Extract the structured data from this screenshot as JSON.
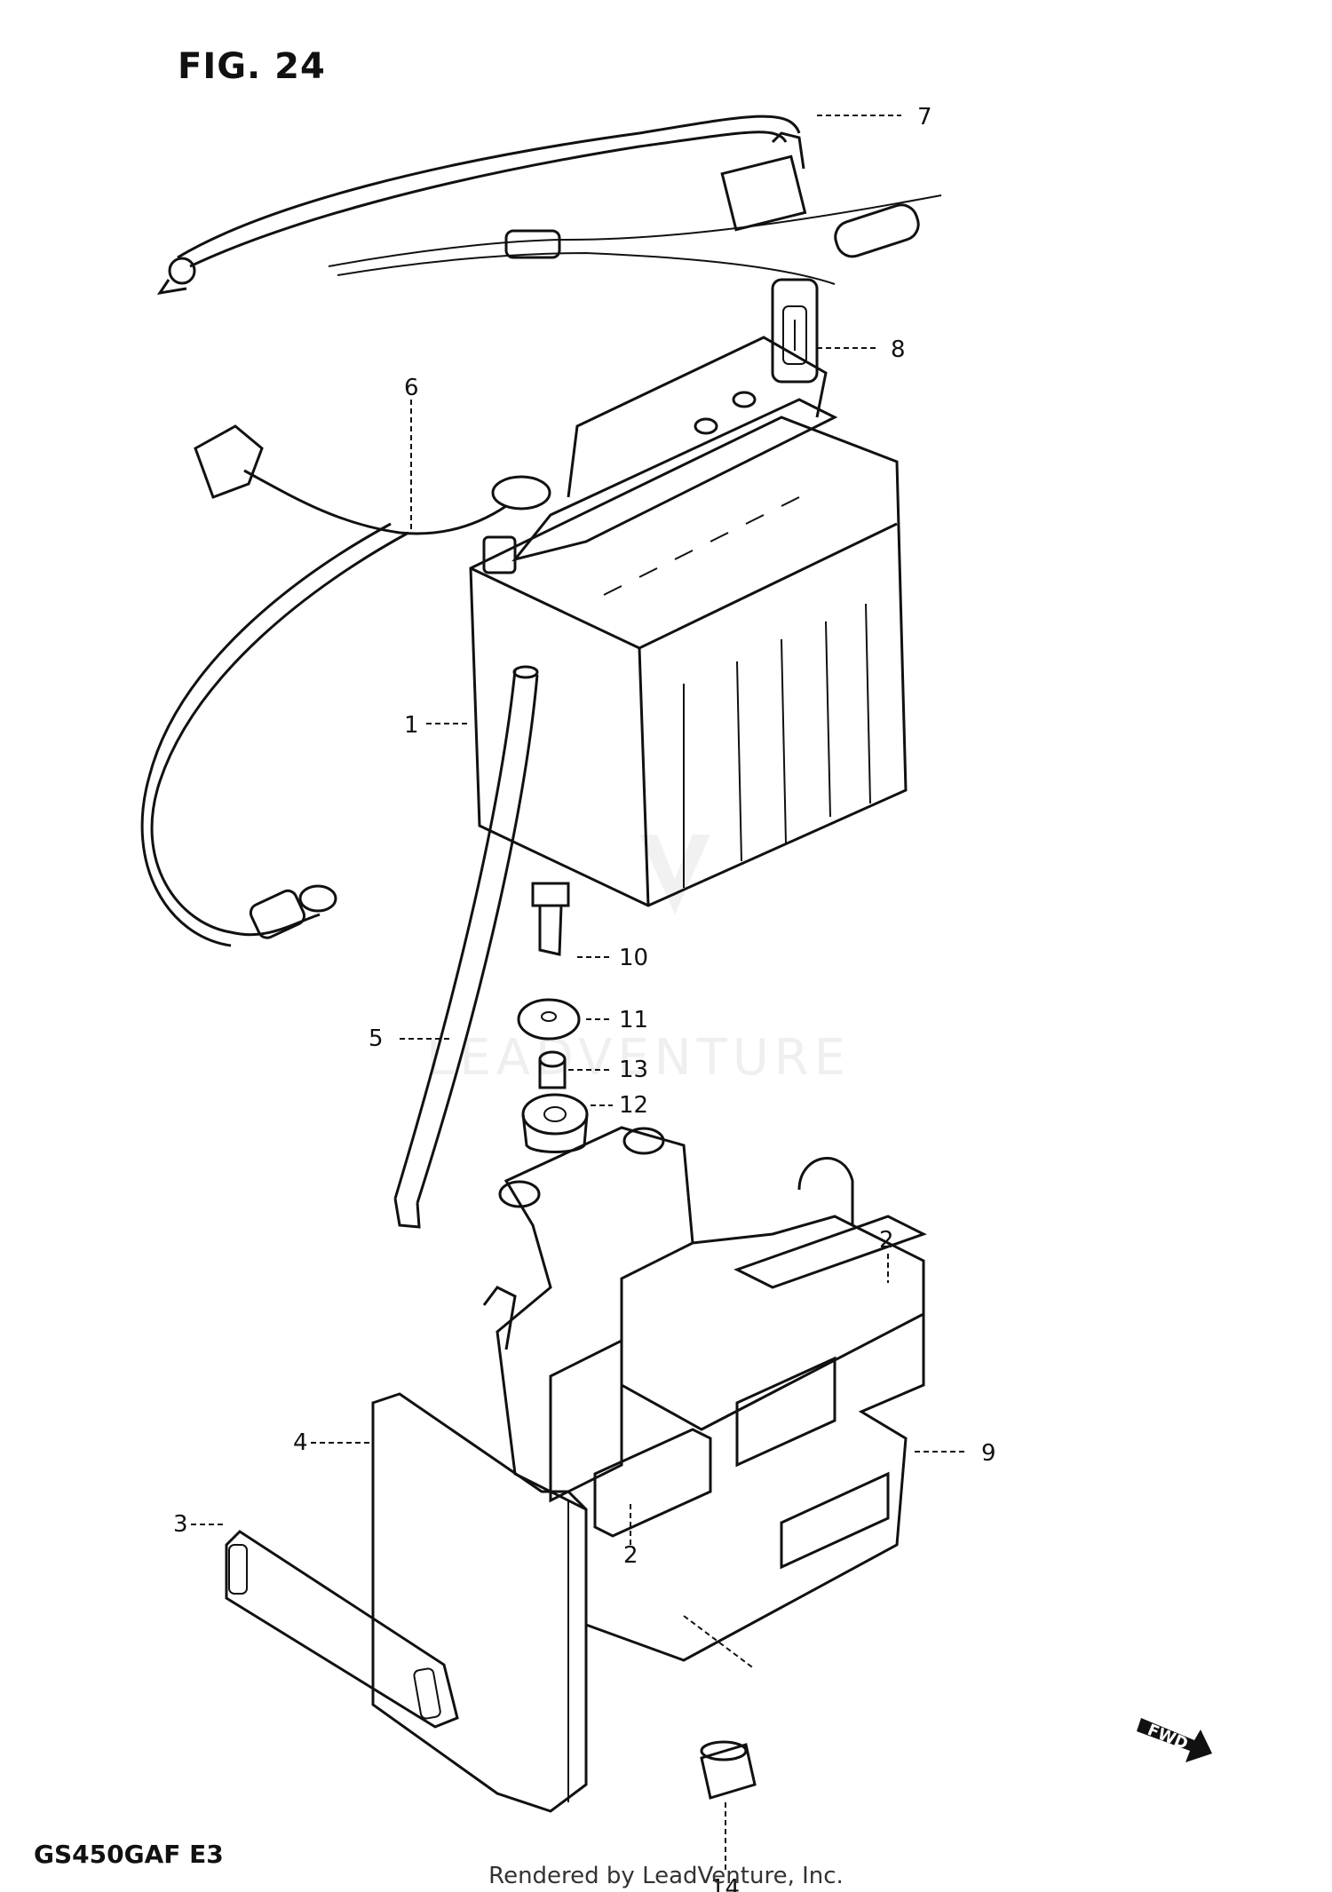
{
  "figure": {
    "title": "FIG. 24",
    "model_code": "GS450GAF E3",
    "credit": "Rendered by LeadVenture, Inc.",
    "watermark": "LEADVENTURE",
    "direction_marker": "FWD"
  },
  "callouts": {
    "c1": "1",
    "c2a": "2",
    "c2b": "2",
    "c3": "3",
    "c4": "4",
    "c5": "5",
    "c6": "6",
    "c7": "7",
    "c8": "8",
    "c9": "9",
    "c10": "10",
    "c11": "11",
    "c12": "12",
    "c13": "13",
    "c14": "14"
  }
}
